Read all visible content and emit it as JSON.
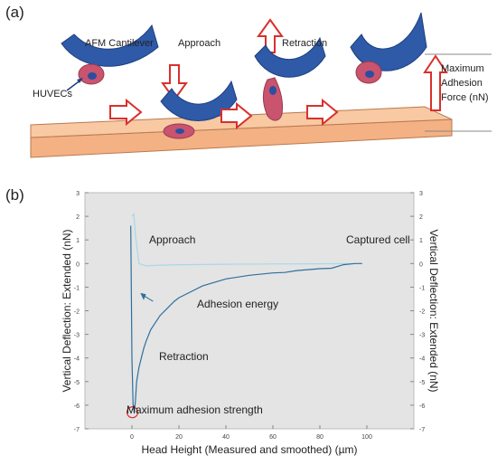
{
  "panel_a": {
    "label": "(a)",
    "labels": {
      "afm_cantilever": "AFM Cantilever",
      "approach": "Approach",
      "retraction": "Retraction",
      "huvecs": "HUVECs",
      "max_force_line1": "Maximum",
      "max_force_line2": "Adhesion",
      "max_force_line3": "Force (nN)"
    }
  },
  "panel_b": {
    "label": "(b)",
    "annotations": {
      "approach": "Approach",
      "captured_cell": "Captured cell",
      "adhesion_energy": "Adhesion energy",
      "retraction": "Retraction",
      "max_strength": "Maximum adhesion strength"
    }
  },
  "chart_data": {
    "type": "line",
    "xlabel": "Head Height (Measured and smoothed) (µm)",
    "ylabel": "Vertical Deflection: Extended (nN)",
    "ylabel_right": "Vertical Deflection: Extended (nN)",
    "xlim": [
      -20,
      120
    ],
    "ylim": [
      -7,
      3
    ],
    "x_ticks": [
      0,
      20,
      40,
      60,
      80,
      100
    ],
    "y_ticks": [
      3,
      2,
      1,
      0,
      -1,
      -2,
      -3,
      -4,
      -5,
      -6,
      -7
    ],
    "grid": false,
    "background": "#e4e4e4",
    "series": [
      {
        "color": "#a8d8ea",
        "x": [
          0,
          0.8,
          1.5,
          3,
          6,
          10,
          20,
          40,
          60,
          80,
          95
        ],
        "y": [
          2.0,
          2.1,
          1.2,
          0.0,
          -0.1,
          -0.08,
          -0.05,
          -0.03,
          -0.02,
          -0.01,
          0.0
        ]
      },
      {
        "color": "#2e6f9e",
        "x": [
          -0.5,
          0,
          0.5,
          1,
          1.5,
          2,
          3,
          4,
          5,
          6,
          8,
          10,
          12,
          15,
          18,
          20,
          25,
          30,
          35,
          40,
          50,
          60,
          65,
          70,
          80,
          85,
          90,
          95,
          98
        ],
        "y": [
          1.6,
          -4.0,
          -6.0,
          -6.3,
          -5.8,
          -5.0,
          -4.4,
          -4.0,
          -3.6,
          -3.3,
          -2.8,
          -2.5,
          -2.2,
          -1.9,
          -1.6,
          -1.45,
          -1.2,
          -0.95,
          -0.8,
          -0.65,
          -0.5,
          -0.4,
          -0.38,
          -0.3,
          -0.22,
          -0.2,
          -0.05,
          0.0,
          0.0
        ]
      }
    ],
    "marker": {
      "x": 0.2,
      "y": -6.3,
      "color": "#d9302c"
    }
  },
  "colors": {
    "cantilever": "#2e5aa8",
    "cantilever_dark": "#1f3f80",
    "cell": "#c8546e",
    "nucleus": "#2c4ea0",
    "arrow_outline": "#d9302c",
    "substrate": "#f4b183",
    "substrate_edge": "#b97a4f"
  }
}
